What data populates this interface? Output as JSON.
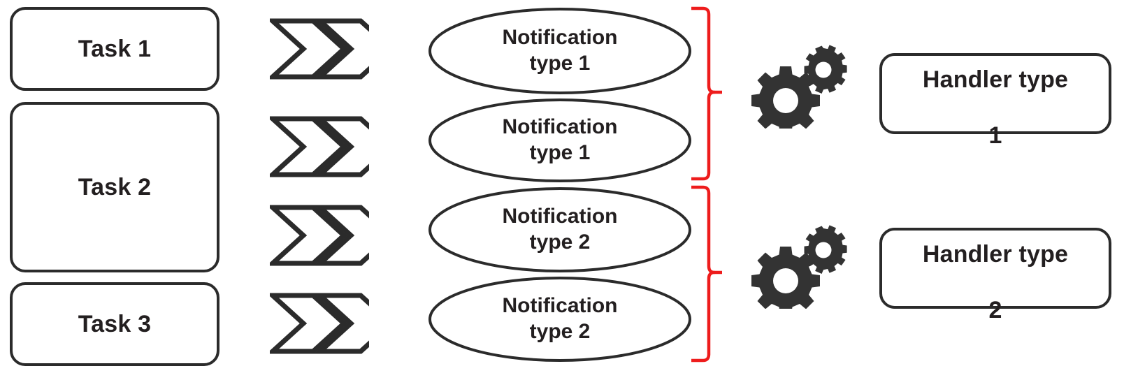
{
  "diagram": {
    "title": "Task notification routing diagram",
    "colors": {
      "stroke": "#2b2b2b",
      "text": "#231f20",
      "bracket": "#ee1c1c",
      "gear": "#333333",
      "background": "#ffffff"
    },
    "tasks": [
      {
        "id": "task-1",
        "label": "Task 1"
      },
      {
        "id": "task-2",
        "label": "Task 2"
      },
      {
        "id": "task-3",
        "label": "Task 3"
      }
    ],
    "arrows": [
      {
        "id": "arrow-1",
        "icon": "double-chevron-right-icon"
      },
      {
        "id": "arrow-2",
        "icon": "double-chevron-right-icon"
      },
      {
        "id": "arrow-3",
        "icon": "double-chevron-right-icon"
      },
      {
        "id": "arrow-4",
        "icon": "double-chevron-right-icon"
      }
    ],
    "notifications": [
      {
        "id": "notification-1",
        "line1": "Notification",
        "line2": "type 1"
      },
      {
        "id": "notification-2",
        "line1": "Notification",
        "line2": "type 1"
      },
      {
        "id": "notification-3",
        "line1": "Notification",
        "line2": "type 2"
      },
      {
        "id": "notification-4",
        "line1": "Notification",
        "line2": "type 2"
      }
    ],
    "brackets": [
      {
        "id": "bracket-group-1",
        "groups": "notification-1,notification-2"
      },
      {
        "id": "bracket-group-2",
        "groups": "notification-3,notification-4"
      }
    ],
    "gears": [
      {
        "id": "gears-1",
        "icon": "gears-icon"
      },
      {
        "id": "gears-2",
        "icon": "gears-icon"
      }
    ],
    "handlers": [
      {
        "id": "handler-1",
        "line1": "Handler type",
        "line2": "1"
      },
      {
        "id": "handler-2",
        "line1": "Handler type",
        "line2": "2"
      }
    ]
  }
}
